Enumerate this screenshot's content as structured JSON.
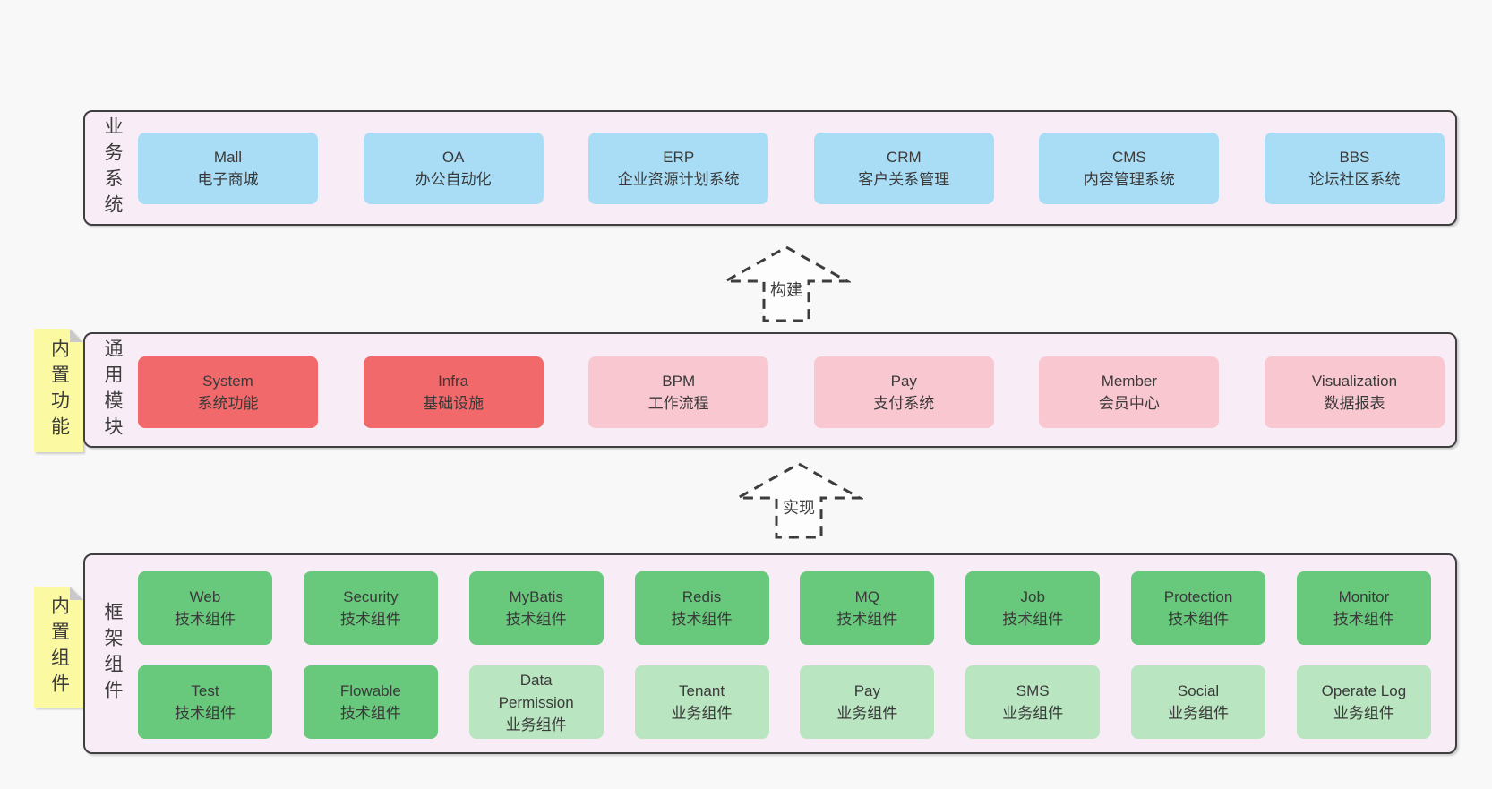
{
  "diagram_title": "yudao architecture layers",
  "colors": {
    "background": "#f8f8f8",
    "panel_fill": "#f8edf6",
    "panel_border": "#3f3f3f",
    "node_blue": "#a9ddf6",
    "node_red": "#f1696b",
    "node_pink": "#f9c7d0",
    "node_green": "#68c87c",
    "node_light_green": "#bae5c1",
    "sticky_yellow": "#fcf9a3",
    "fold_gray": "#c9c9c9",
    "text": "#3a3a3a"
  },
  "arrows": [
    {
      "label": "构建"
    },
    {
      "label": "实现"
    }
  ],
  "panels": [
    {
      "side_label": "业务系统",
      "boxes": [
        {
          "name": "Mall",
          "sub": "电子商城"
        },
        {
          "name": "OA",
          "sub": "办公自动化"
        },
        {
          "name": "ERP",
          "sub": "企业资源计划系统"
        },
        {
          "name": "CRM",
          "sub": "客户关系管理"
        },
        {
          "name": "CMS",
          "sub": "内容管理系统"
        },
        {
          "name": "BBS",
          "sub": "论坛社区系统"
        }
      ]
    },
    {
      "side_label": "通用模块",
      "sticky_label": "内置功能",
      "boxes": [
        {
          "name": "System",
          "sub": "系统功能"
        },
        {
          "name": "Infra",
          "sub": "基础设施"
        },
        {
          "name": "BPM",
          "sub": "工作流程"
        },
        {
          "name": "Pay",
          "sub": "支付系统"
        },
        {
          "name": "Member",
          "sub": "会员中心"
        },
        {
          "name": "Visualization",
          "sub": "数据报表"
        }
      ]
    },
    {
      "side_label": "框架组件",
      "sticky_label": "内置组件",
      "top_boxes": [
        {
          "name": "Web",
          "sub": "技术组件"
        },
        {
          "name": "Security",
          "sub": "技术组件"
        },
        {
          "name": "MyBatis",
          "sub": "技术组件"
        },
        {
          "name": "Redis",
          "sub": "技术组件"
        },
        {
          "name": "MQ",
          "sub": "技术组件"
        },
        {
          "name": "Job",
          "sub": "技术组件"
        },
        {
          "name": "Protection",
          "sub": "技术组件"
        },
        {
          "name": "Monitor",
          "sub": "技术组件"
        }
      ],
      "bottom_boxes": [
        {
          "name": "Test",
          "sub": "技术组件"
        },
        {
          "name": "Flowable",
          "sub": "技术组件"
        },
        {
          "name": "Data Permission",
          "sub": "业务组件"
        },
        {
          "name": "Tenant",
          "sub": "业务组件"
        },
        {
          "name": "Pay",
          "sub": "业务组件"
        },
        {
          "name": "SMS",
          "sub": "业务组件"
        },
        {
          "name": "Social",
          "sub": "业务组件"
        },
        {
          "name": "Operate Log",
          "sub": "业务组件"
        }
      ]
    }
  ]
}
